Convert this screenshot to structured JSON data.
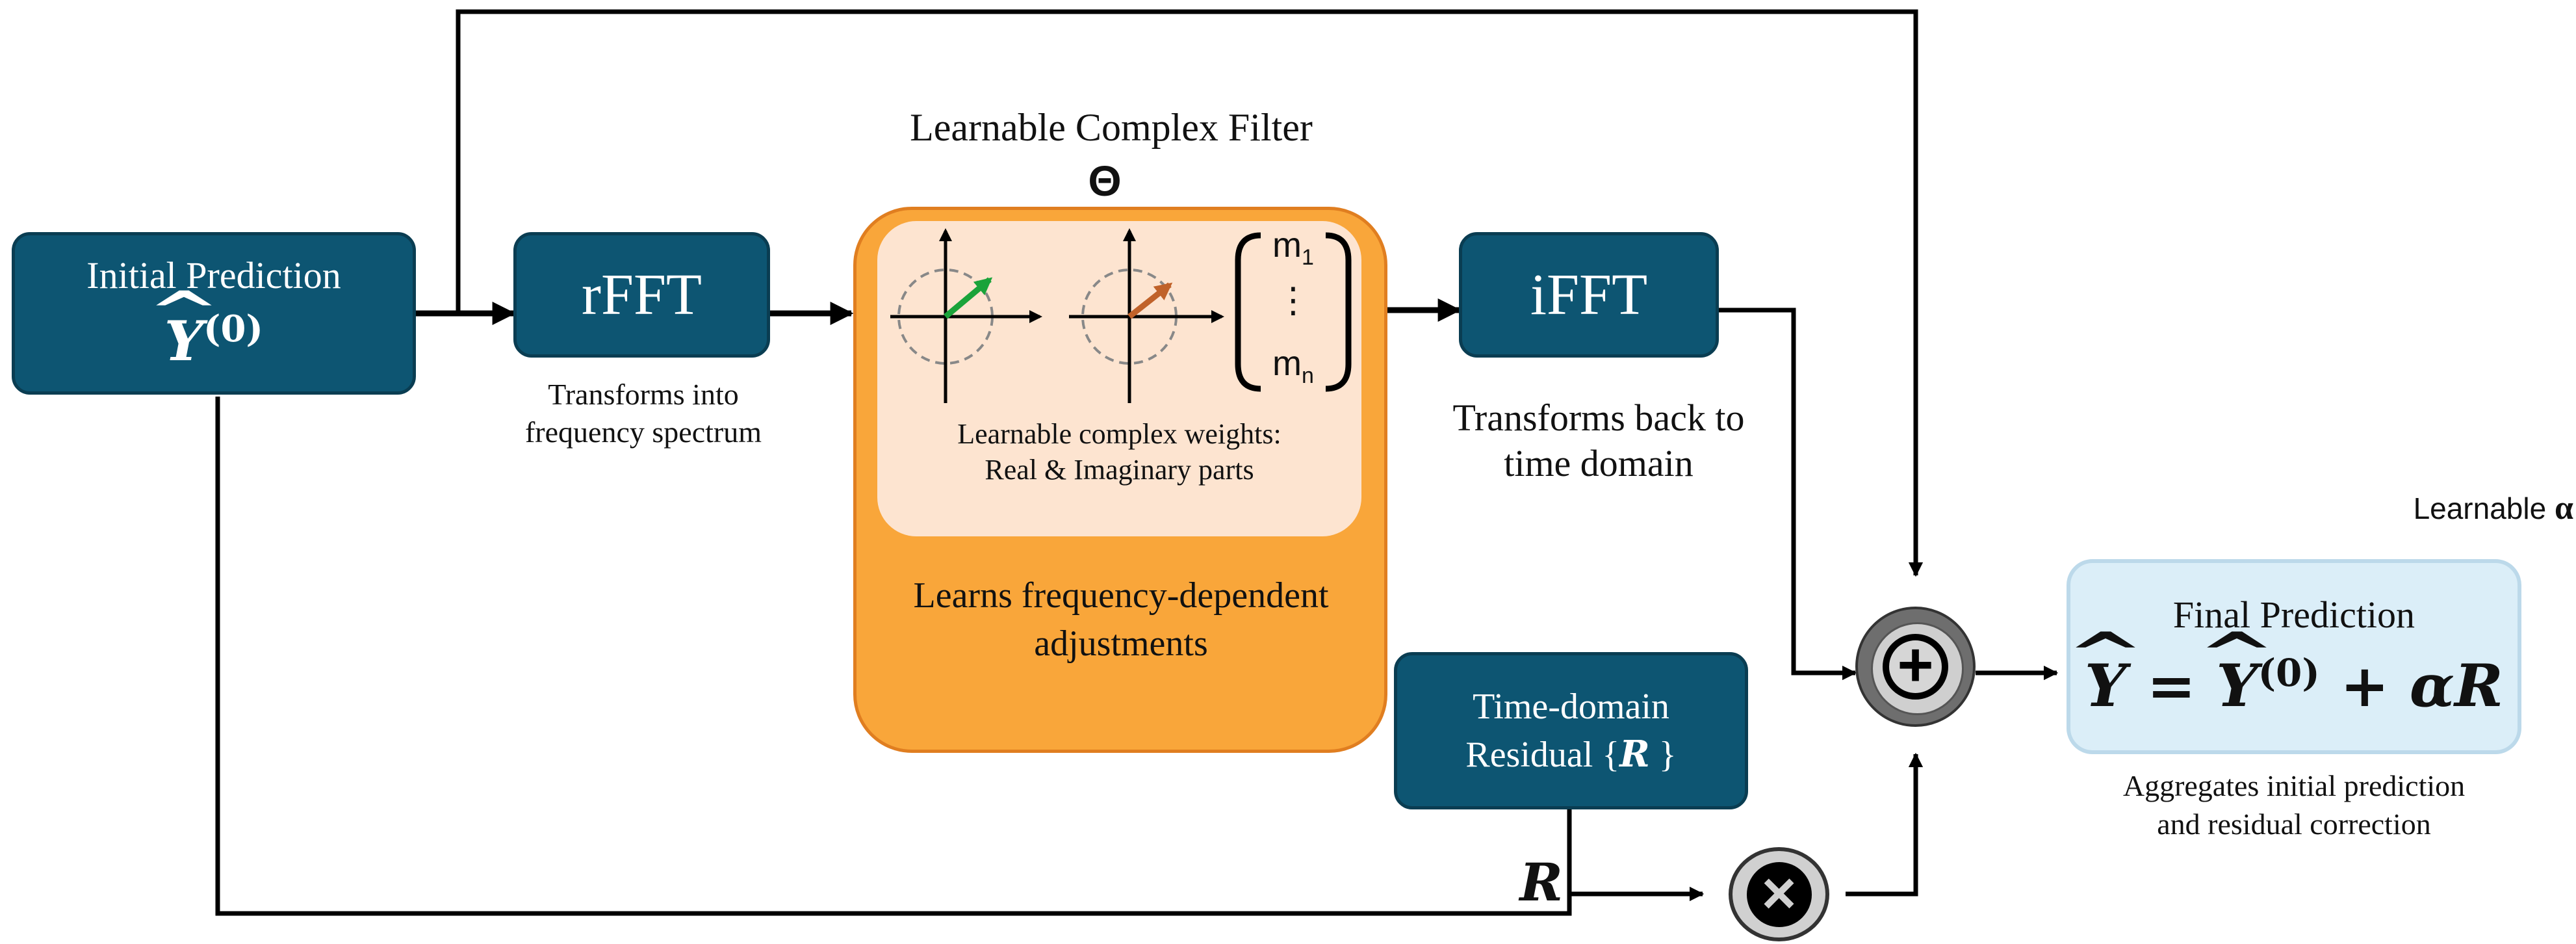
{
  "filter_title": "Learnable Complex Filter",
  "filter_symbol": "Θ",
  "initial_box": {
    "label": "Initial Prediction",
    "symbol": "Y",
    "superscript": "(0)"
  },
  "rfft_box": {
    "label": "rFFT",
    "caption_line1": "Transforms into",
    "caption_line2": "frequency spectrum"
  },
  "filter_box": {
    "weights_line1": "Learnable complex weights:",
    "weights_line2": "Real & Imaginary parts",
    "matrix_top": "m",
    "matrix_top_sub": "1",
    "matrix_dots": "⋮",
    "matrix_bottom": "m",
    "matrix_bottom_sub": "n",
    "caption_line1": "Learns frequency-dependent",
    "caption_line2": "adjustments",
    "colors": {
      "outer": "#f9a63a",
      "inner": "#fde4d0",
      "arrow1": "#1aa33a",
      "arrow2": "#c0622a"
    }
  },
  "ifft_box": {
    "label": "iFFT",
    "caption_line1": "Transforms back to",
    "caption_line2": "time domain"
  },
  "residual_box": {
    "line1": "Time-domain",
    "line2_prefix": "Residual {",
    "line2_symbol": "R",
    "line2_suffix": " }"
  },
  "residual_label": "R",
  "sum_node": "+",
  "mult_node": "×",
  "alpha_label": {
    "prefix": "Learnable ",
    "symbol": "α"
  },
  "final_box": {
    "label": "Final Prediction",
    "eq_y": "Y",
    "eq_equals": " = ",
    "eq_y0": "Y",
    "eq_sup": "(0)",
    "eq_plus": " + ",
    "eq_alpha_r": "αR",
    "caption_line1": "Aggregates initial prediction",
    "caption_line2": "and residual correction",
    "color": "#dbeef8"
  }
}
